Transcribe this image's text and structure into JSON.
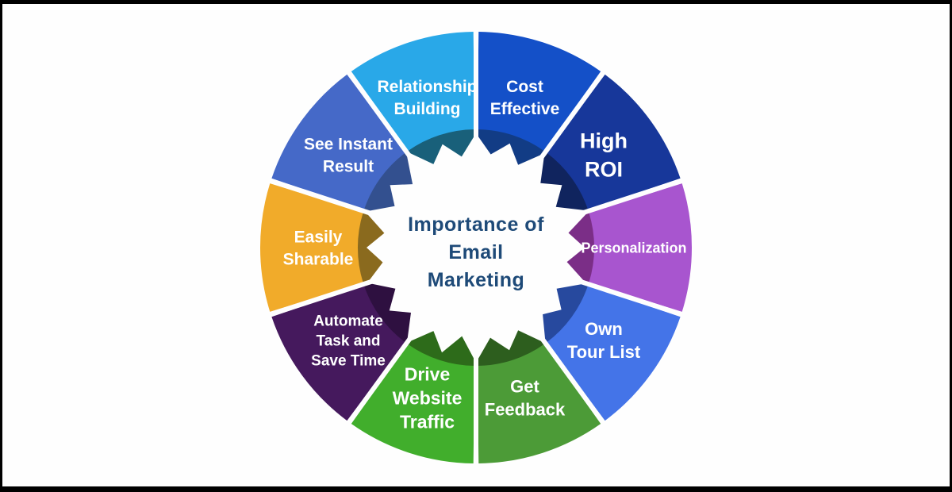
{
  "page": {
    "background": "#fefefe",
    "frame_color": "#000000"
  },
  "diagram": {
    "center_title": {
      "lines": [
        "Importance of",
        "Email",
        "Marketing"
      ],
      "color": "#1e4a78"
    },
    "segments": [
      {
        "label": "Cost Effective",
        "lines": [
          "Cost",
          "Effective"
        ],
        "color": "#1450c8",
        "inner_color": "#123c85",
        "text_color": "#ffffff",
        "font_size": 21
      },
      {
        "label": "High ROI",
        "lines": [
          "High",
          "ROI"
        ],
        "color": "#17379a",
        "inner_color": "#10245e",
        "text_color": "#ffffff",
        "font_size": 27
      },
      {
        "label": "Personalization",
        "lines": [
          "Personalization"
        ],
        "color": "#a855cf",
        "inner_color": "#7b2e87",
        "text_color": "#ffffff",
        "font_size": 18
      },
      {
        "label": "Own Tour List",
        "lines": [
          "Own",
          "Tour List"
        ],
        "color": "#4474e8",
        "inner_color": "#27499e",
        "text_color": "#ffffff",
        "font_size": 22
      },
      {
        "label": "Get Feedback",
        "lines": [
          "Get",
          "Feedback"
        ],
        "color": "#4c9b37",
        "inner_color": "#2d5e1e",
        "text_color": "#ffffff",
        "font_size": 22
      },
      {
        "label": "Drive Website Traffic",
        "lines": [
          "Drive",
          "Website",
          "Traffic"
        ],
        "color": "#41ae2c",
        "inner_color": "#2d6b1a",
        "text_color": "#ffffff",
        "font_size": 23
      },
      {
        "label": "Automate Task and Save Time",
        "lines": [
          "Automate",
          "Task and",
          "Save Time"
        ],
        "color": "#45195d",
        "inner_color": "#2e1040",
        "text_color": "#ffffff",
        "font_size": 19
      },
      {
        "label": "Easily Sharable",
        "lines": [
          "Easily",
          "Sharable"
        ],
        "color": "#f1ab2a",
        "inner_color": "#8a6a1e",
        "text_color": "#ffffff",
        "font_size": 21
      },
      {
        "label": "See Instant Result",
        "lines": [
          "See Instant",
          "Result"
        ],
        "color": "#4569c8",
        "inner_color": "#33508f",
        "text_color": "#ffffff",
        "font_size": 21
      },
      {
        "label": "Relationship Building",
        "lines": [
          "Relationship",
          "Building"
        ],
        "color": "#29a8e8",
        "inner_color": "#19607a",
        "text_color": "#ffffff",
        "font_size": 21
      }
    ]
  }
}
